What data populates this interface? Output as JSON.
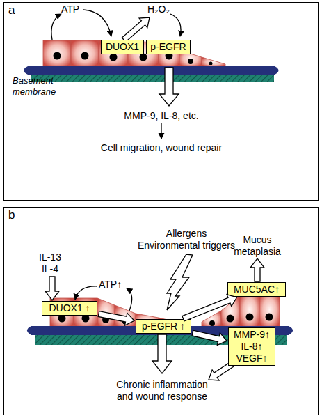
{
  "diagram": {
    "nodes": [
      {
        "text": [
          "a"
        ]
      },
      {
        "text": [
          "DUOX1"
        ],
        "in": 0
      },
      {
        "text": [
          "p-EGFR"
        ],
        "in": 0
      },
      {
        "text": [
          "b"
        ]
      },
      {
        "text": [
          "DUOX1 ↑"
        ],
        "in": 3
      },
      {
        "text": [
          "p-EGFR ↑"
        ],
        "in": 3
      },
      {
        "text": [
          "MUC5AC↑"
        ],
        "in": 3
      },
      {
        "text": [
          "MMP-9↑ IL-8↑ VEGF↑"
        ],
        "in": 3
      }
    ],
    "edges": [
      {
        "from": 4,
        "to": 5,
        "arrow": "to"
      },
      {
        "from": 5,
        "to": 6,
        "arrow": "to"
      },
      {
        "from": 5,
        "to": 7,
        "arrow": "to"
      }
    ],
    "labels": [
      "ATP",
      "H₂O₂",
      "Basement membrane",
      "MMP-9, IL-8, etc.",
      "Cell migration, wound repair",
      "IL-13",
      "IL-4",
      "ATP↑",
      "Allergens Environmental triggers",
      "Mucus metaplasia",
      "Chronic inflammation and wound response"
    ]
  }
}
